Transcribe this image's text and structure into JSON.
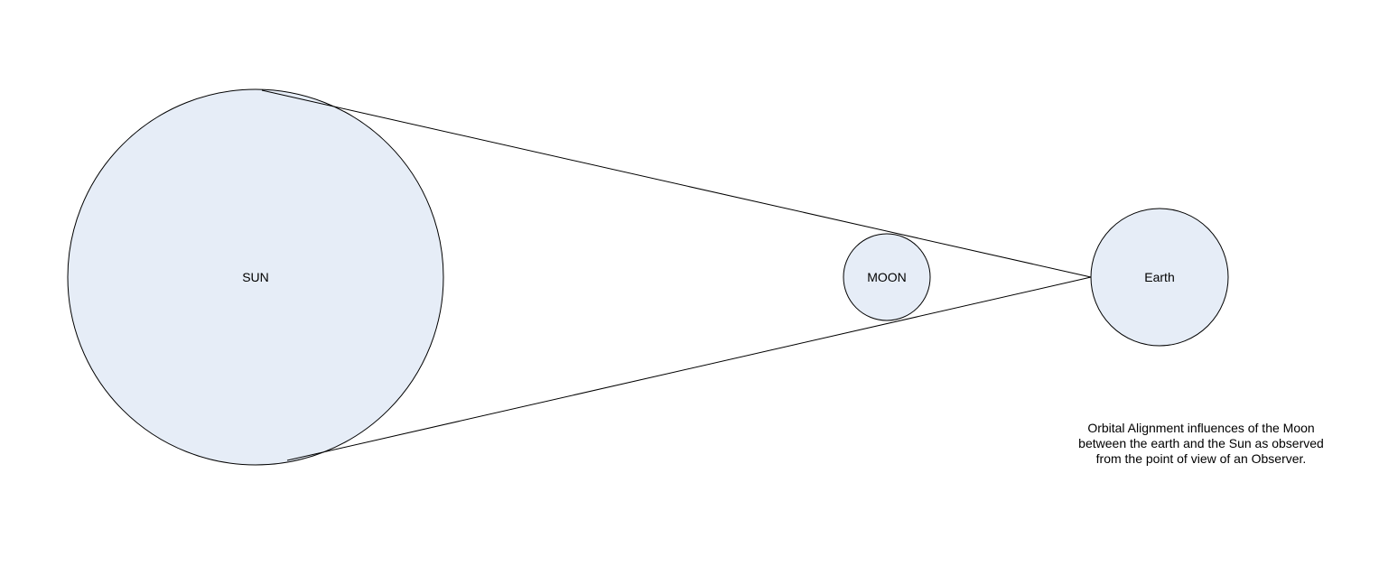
{
  "diagram": {
    "fill_color": "#e6edf7",
    "stroke_color": "#000000",
    "bodies": {
      "sun": {
        "label": "SUN"
      },
      "moon": {
        "label": "MOON"
      },
      "earth": {
        "label": "Earth"
      }
    },
    "caption": [
      "Orbital Alignment influences of the Moon",
      "between the earth and the Sun as observed",
      "from the point of view of an Observer."
    ]
  }
}
